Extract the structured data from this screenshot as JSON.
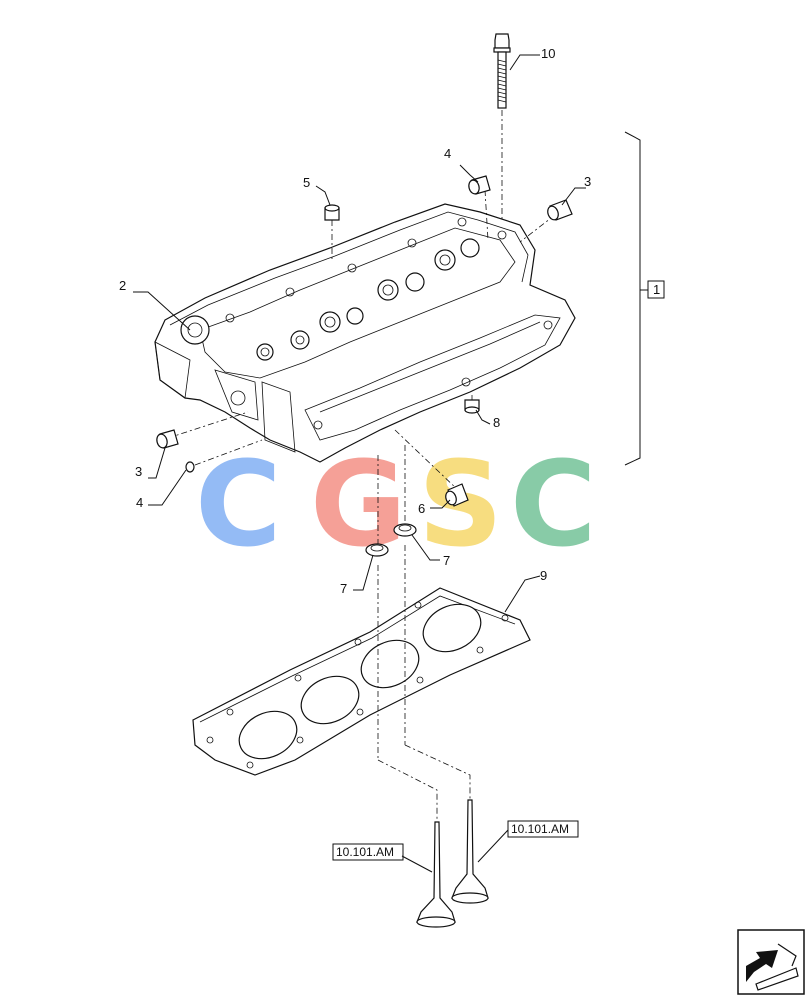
{
  "callouts": {
    "c10": "10",
    "c4a": "4",
    "c5": "5",
    "c3a": "3",
    "c2": "2",
    "c1": "1",
    "c8": "8",
    "c3b": "3",
    "c4b": "4",
    "c6": "6",
    "c7a": "7",
    "c7b": "7",
    "c9": "9"
  },
  "refs": {
    "ref_left": "10.101.AM",
    "ref_right": "10.101.AM"
  },
  "watermark": {
    "letters": [
      "C",
      "G",
      "S",
      "C"
    ],
    "colors": [
      "#8fb8f5",
      "#f59b92",
      "#f7dc7a",
      "#82c9a3"
    ]
  },
  "icons": {
    "nav": "exit-arrow-icon"
  }
}
